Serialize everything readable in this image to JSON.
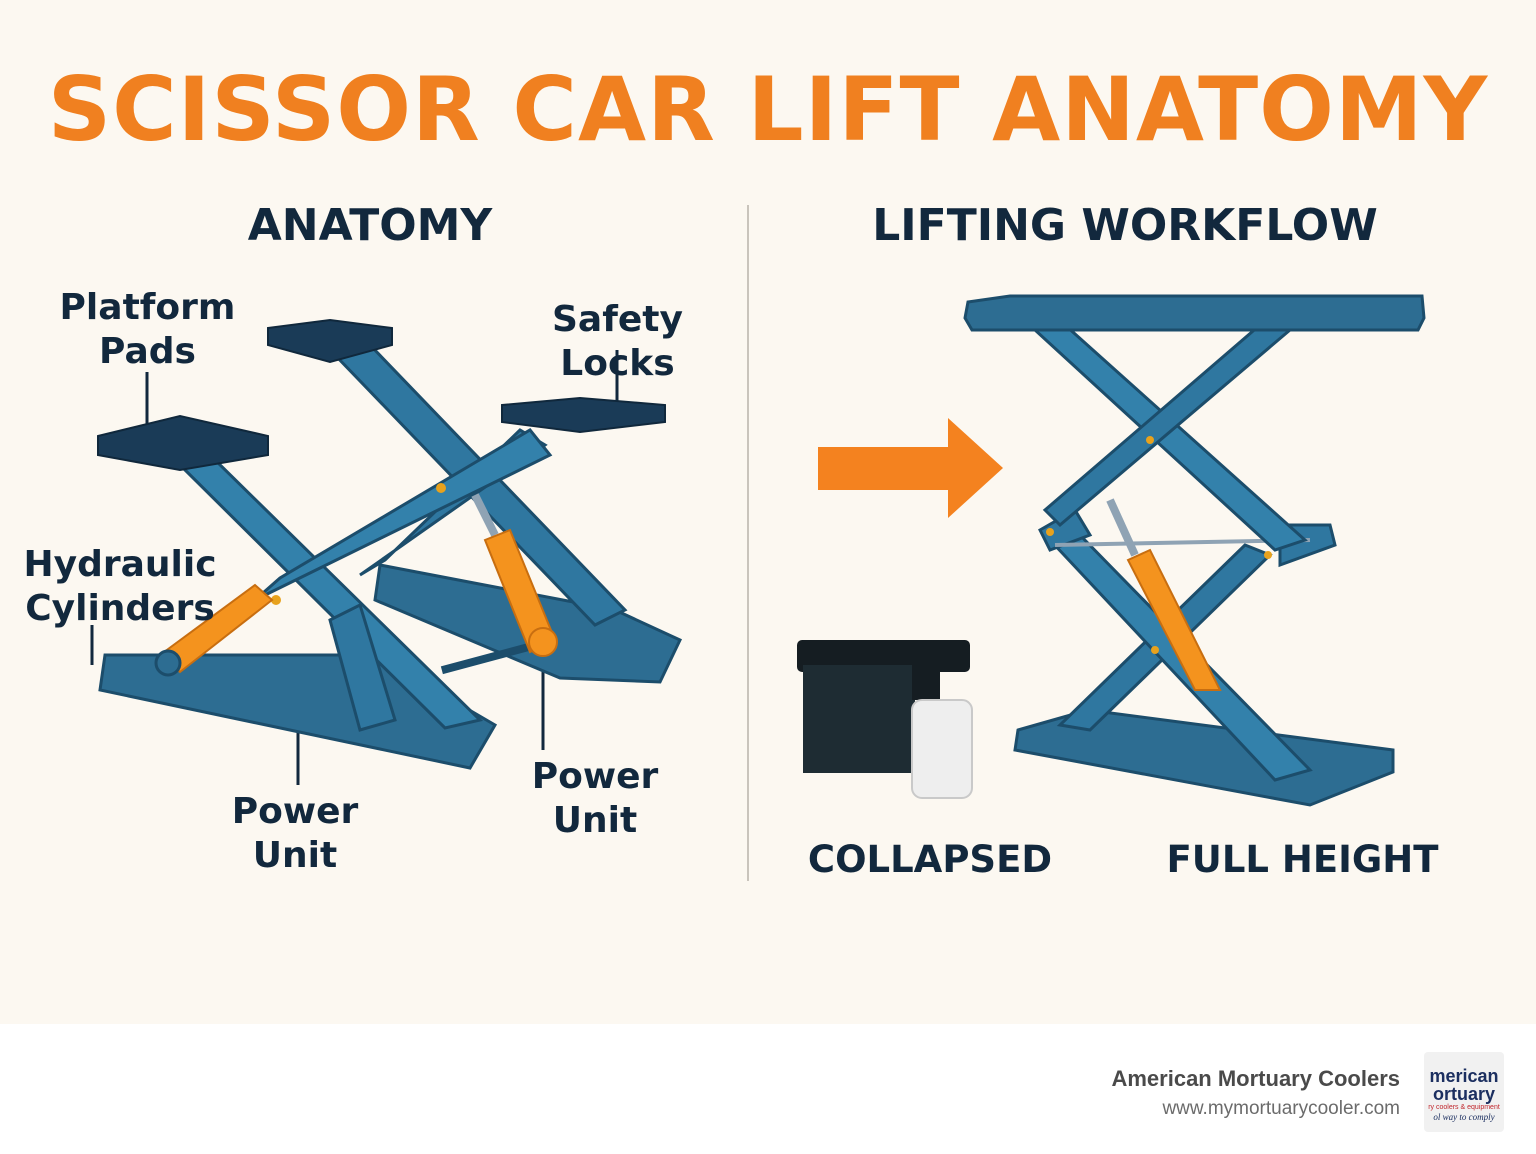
{
  "title": "SCISSOR CAR LIFT ANATOMY",
  "anatomy": {
    "heading": "ANATOMY",
    "labels": {
      "platform_pads": [
        "Platform",
        "Pads"
      ],
      "safety_locks": "Safety Locks",
      "hydraulic_cylinders": [
        "Hydraulic",
        "Cylinders"
      ],
      "power_unit_left": [
        "Power",
        "Unit"
      ],
      "power_unit_right": [
        "Power",
        "Unit"
      ]
    }
  },
  "workflow": {
    "heading": "LIFTING WORKFLOW",
    "collapsed_label": "COLLAPSED",
    "full_height_label": "FULL HEIGHT"
  },
  "footer": {
    "company": "American Mortuary Coolers",
    "url": "www.mymortuarycooler.com",
    "logo_text": [
      "merican",
      "ortuary",
      "ry coolers & equipment",
      "ol way to comply"
    ]
  },
  "colors": {
    "title_orange": "#f08020",
    "text_navy": "#12283d",
    "steel_blue": "#2d6d92",
    "cylinder_orange": "#f4931e",
    "background": "#fcf8f1"
  }
}
